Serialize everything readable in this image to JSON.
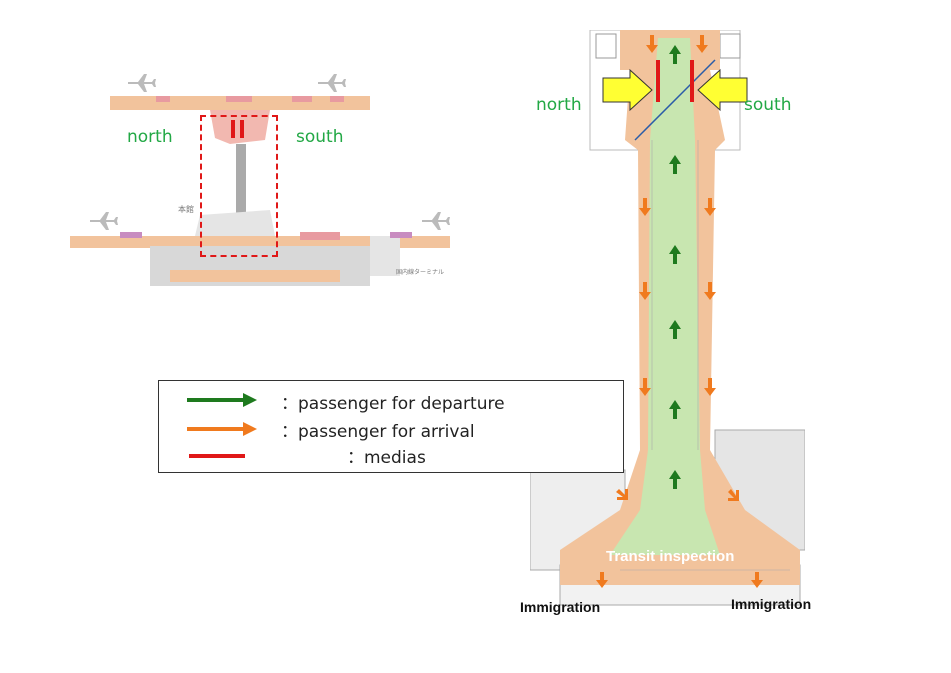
{
  "small_map": {
    "north_label": "north",
    "south_label": "south",
    "kanji_label": "本館",
    "terminal_label": "国内線ターミナル"
  },
  "large_map": {
    "north_label": "north",
    "south_label": "south",
    "transit_label": "Transit inspection",
    "immigration_left": "Immigration",
    "immigration_right": "Immigration"
  },
  "legend": {
    "departure": "：passenger for departure",
    "arrival": "：passenger for arrival",
    "medias": "：medias"
  },
  "colors": {
    "departure": "#1e7a1e",
    "arrival": "#f07a1e",
    "medias": "#e01818",
    "floor": "#f2c39c",
    "corridor": "#c8e6b0",
    "highlight": "#ffff33"
  }
}
